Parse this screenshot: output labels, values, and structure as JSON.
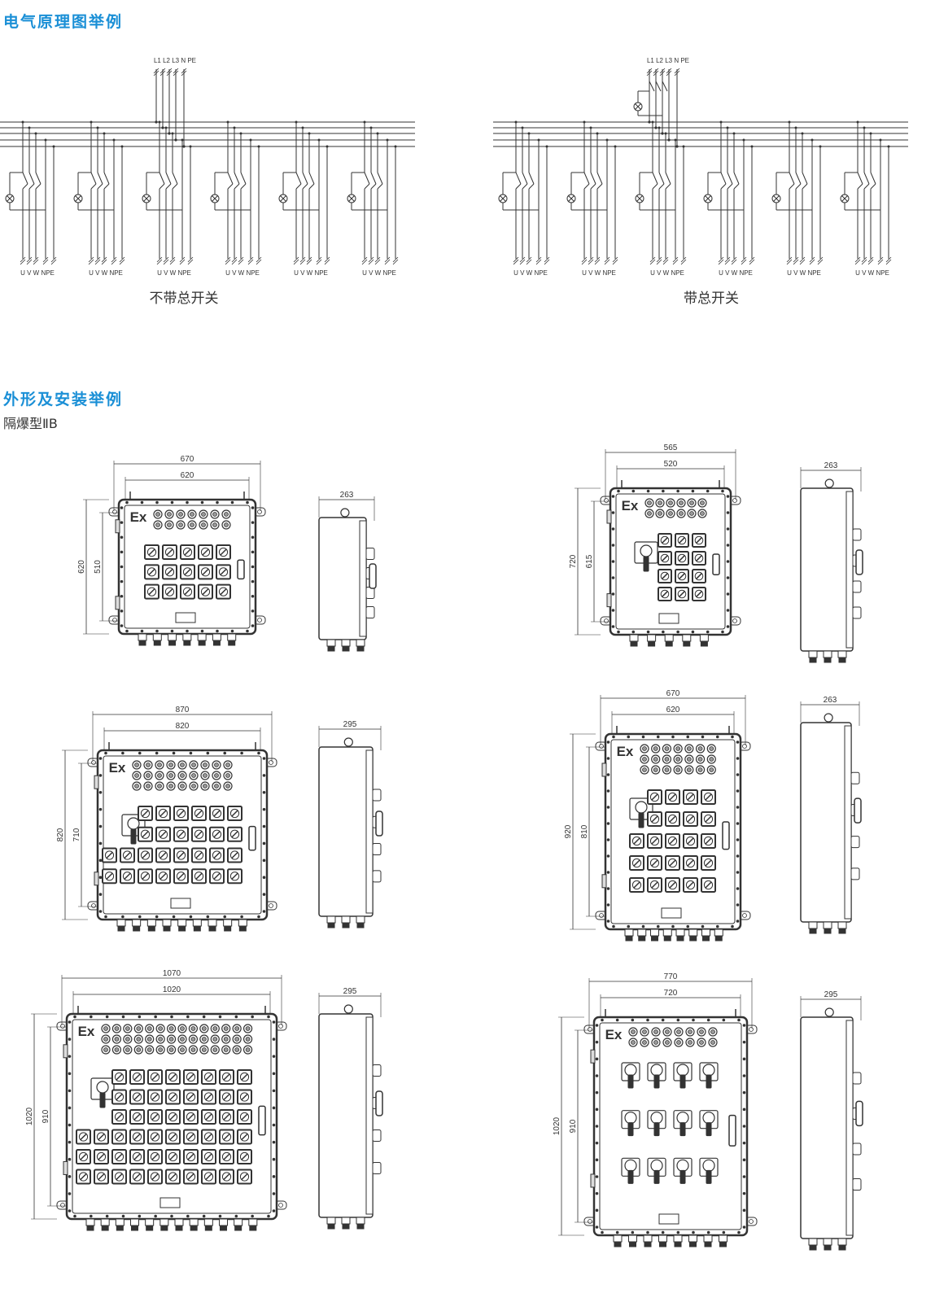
{
  "sections": {
    "circuit_title": "电气原理图举例",
    "outline_title": "外形及安装举例",
    "outline_subtitle": "隔爆型ⅡB"
  },
  "circuit": {
    "bus_label": "L1 L2 L3 N PE",
    "output_label": "U V W NPE",
    "left_caption": "不带总开关",
    "right_caption": "带总开关",
    "branches_per_diagram": 6
  },
  "boxes": [
    {
      "name": "box-1",
      "logo": "Ex",
      "outer_width": "670",
      "inner_width": "620",
      "outer_height": "620",
      "inner_height": "510",
      "depth": "263",
      "lamp_rows": 2,
      "lamps_per_row": 7,
      "switch_rows": [
        5,
        5,
        5
      ],
      "has_main_switch": false,
      "glands": 7
    },
    {
      "name": "box-2",
      "logo": "Ex",
      "outer_width": "565",
      "inner_width": "520",
      "outer_height": "720",
      "inner_height": "615",
      "depth": "263",
      "lamp_rows": 2,
      "lamps_per_row": 6,
      "switch_rows": [
        3,
        3,
        3,
        3
      ],
      "has_main_switch": true,
      "glands": 5
    },
    {
      "name": "box-3",
      "logo": "Ex",
      "outer_width": "870",
      "inner_width": "820",
      "outer_height": "820",
      "inner_height": "710",
      "depth": "295",
      "lamp_rows": 3,
      "lamps_per_row": 9,
      "switch_rows": [
        6,
        6,
        8,
        8
      ],
      "has_main_switch": true,
      "glands": 9
    },
    {
      "name": "box-4",
      "logo": "Ex",
      "outer_width": "670",
      "inner_width": "620",
      "outer_height": "920",
      "inner_height": "810",
      "depth": "263",
      "lamp_rows": 3,
      "lamps_per_row": 7,
      "switch_rows": [
        4,
        4,
        5,
        5,
        5
      ],
      "has_main_switch": true,
      "glands": 8
    },
    {
      "name": "box-5",
      "logo": "Ex",
      "outer_width": "1070",
      "inner_width": "1020",
      "outer_height": "1020",
      "inner_height": "910",
      "depth": "295",
      "lamp_rows": 3,
      "lamps_per_row": 14,
      "switch_rows": [
        8,
        8,
        8,
        10,
        10,
        10
      ],
      "has_main_switch": true,
      "glands": 12
    },
    {
      "name": "box-6",
      "logo": "Ex",
      "outer_width": "770",
      "inner_width": "720",
      "outer_height": "1020",
      "inner_height": "910",
      "depth": "295",
      "lamp_rows": 2,
      "lamps_per_row": 8,
      "switch_rows": [
        4,
        4,
        4
      ],
      "has_main_switch": false,
      "big_switches": true,
      "glands": 8
    }
  ],
  "colors": {
    "heading": "#1a8fd6",
    "line": "#333333"
  }
}
